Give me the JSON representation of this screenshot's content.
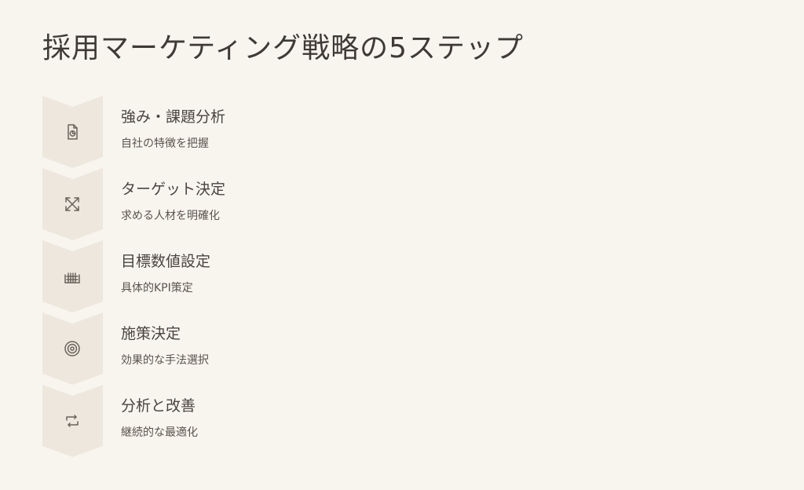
{
  "title": "採用マーケティング戦略の5ステップ",
  "steps": [
    {
      "title": "強み・課題分析",
      "description": "自社の特徴を把握",
      "icon": "document-chart-icon"
    },
    {
      "title": "ターゲット決定",
      "description": "求める人材を明確化",
      "icon": "arrows-cross-icon"
    },
    {
      "title": "目標数値設定",
      "description": "具体的KPI策定",
      "icon": "grid-chart-icon"
    },
    {
      "title": "施策決定",
      "description": "効果的な手法選択",
      "icon": "target-icon"
    },
    {
      "title": "分析と改善",
      "description": "継続的な最適化",
      "icon": "cycle-arrows-icon"
    }
  ],
  "colors": {
    "background": "#f8f5ef",
    "chevron": "#ede7de",
    "text": "#4a4440"
  }
}
